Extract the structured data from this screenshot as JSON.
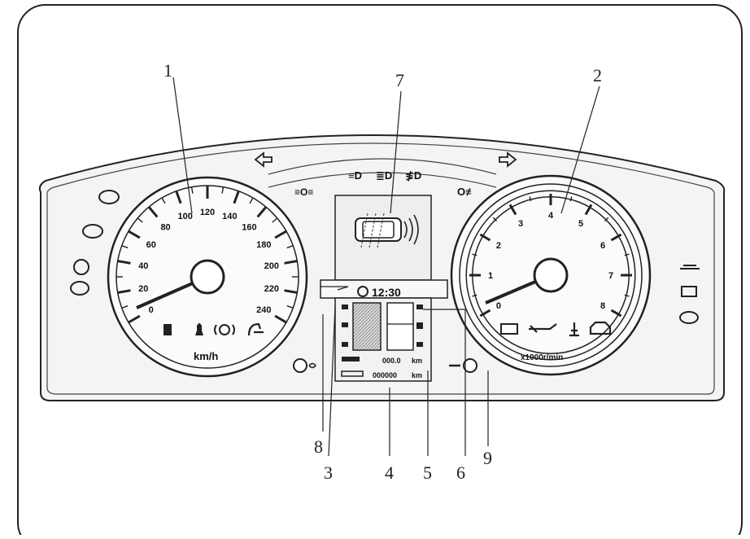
{
  "callouts": {
    "n1": "1",
    "n2": "2",
    "n3": "3",
    "n4": "4",
    "n5": "5",
    "n6": "6",
    "n7": "7",
    "n8": "8",
    "n9": "9"
  },
  "speedometer": {
    "ticks": [
      "0",
      "20",
      "40",
      "60",
      "80",
      "100",
      "120",
      "140",
      "160",
      "180",
      "200",
      "220",
      "240"
    ],
    "unit": "km/h"
  },
  "tachometer": {
    "ticks": [
      "0",
      "1",
      "2",
      "3",
      "4",
      "5",
      "6",
      "7",
      "8"
    ],
    "unit": "x1000r/min"
  },
  "display": {
    "clock": "12:30",
    "trip_value": "000.0",
    "trip_unit": "km",
    "odo_value": "000000",
    "odo_unit": "km"
  },
  "colors": {
    "line": "#1a1a1a",
    "panel": "#e8e8e8",
    "display_bg": "#f2f2f2"
  }
}
